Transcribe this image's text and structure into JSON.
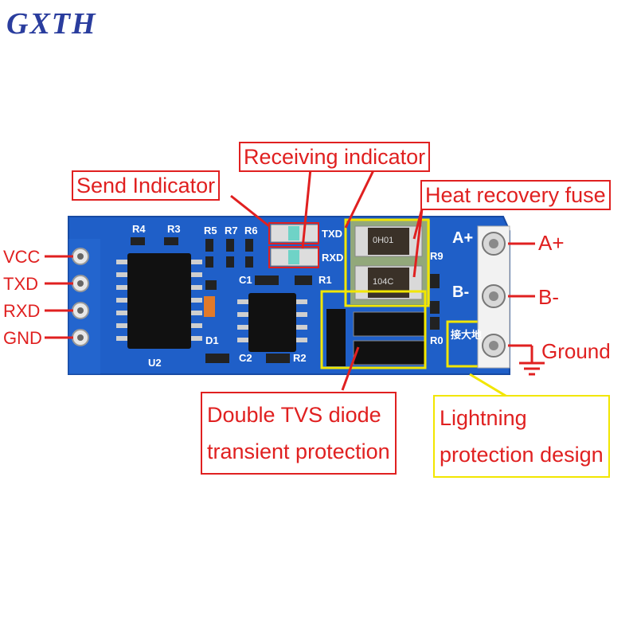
{
  "logo": {
    "text": "GXTH"
  },
  "callouts": {
    "send_indicator": "Send Indicator",
    "receiving_indicator": "Receiving indicator",
    "heat_fuse": "Heat recovery fuse",
    "tvs_line1": "Double TVS diode",
    "tvs_line2": "transient protection",
    "lightning_line1": "Lightning",
    "lightning_line2": "protection design"
  },
  "pins": {
    "vcc": "VCC",
    "txd": "TXD",
    "rxd": "RXD",
    "gnd": "GND"
  },
  "terminals": {
    "a_plus": "A+",
    "b_minus": "B-",
    "ground": "Ground"
  },
  "board_silk": {
    "r4": "R4",
    "r3": "R3",
    "r5": "R5",
    "r7": "R7",
    "r6": "R6",
    "txd": "TXD",
    "rxd": "RXD",
    "c1": "C1",
    "r1": "R1",
    "d1": "D1",
    "c2": "C2",
    "r2": "R2",
    "u2": "U2",
    "r9": "R9",
    "r0": "R0",
    "a_plus": "A+",
    "b_minus": "B-",
    "ground_cn": "接大地",
    "fuse1": "0H01",
    "fuse2": "104C"
  },
  "colors": {
    "pcb": "#1f5fc8",
    "callout_red": "#e02020",
    "callout_yellow": "#f2e600",
    "logo_blue": "#2a3d9e"
  }
}
